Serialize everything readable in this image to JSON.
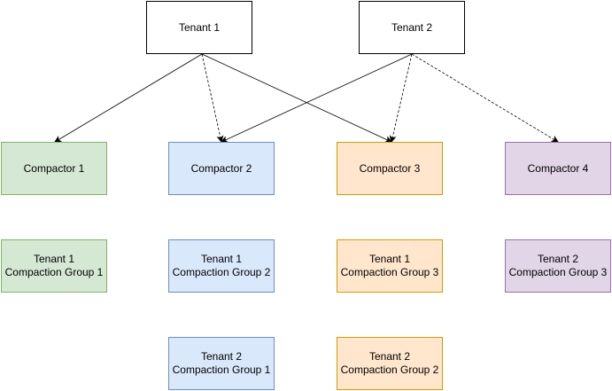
{
  "nodes": {
    "tenant1": "Tenant 1",
    "tenant2": "Tenant 2",
    "compactor1": "Compactor 1",
    "compactor2": "Compactor 2",
    "compactor3": "Compactor 3",
    "compactor4": "Compactor 4",
    "group_t1_g1": "Tenant 1\nCompaction Group 1",
    "group_t1_g2": "Tenant 1\nCompaction Group 2",
    "group_t1_g3": "Tenant 1\nCompaction Group 3",
    "group_t2_g3": "Tenant 2\nCompaction Group 3",
    "group_t2_g1": "Tenant 2\nCompaction Group 1",
    "group_t2_g2": "Tenant 2\nCompaction Group 2"
  },
  "edges": [
    {
      "from": "tenant1",
      "to": "compactor1",
      "style": "solid"
    },
    {
      "from": "tenant1",
      "to": "compactor2",
      "style": "dashed"
    },
    {
      "from": "tenant1",
      "to": "compactor3",
      "style": "solid"
    },
    {
      "from": "tenant2",
      "to": "compactor2",
      "style": "solid"
    },
    {
      "from": "tenant2",
      "to": "compactor3",
      "style": "dashed"
    },
    {
      "from": "tenant2",
      "to": "compactor4",
      "style": "dashed"
    }
  ],
  "colors": {
    "green_fill": "#d5e8d4",
    "green_stroke": "#82b366",
    "blue_fill": "#dae8fc",
    "blue_stroke": "#6c8ebf",
    "orange_fill": "#ffe6cc",
    "orange_stroke": "#d79b00",
    "purple_fill": "#e1d5e7",
    "purple_stroke": "#9673a6"
  }
}
